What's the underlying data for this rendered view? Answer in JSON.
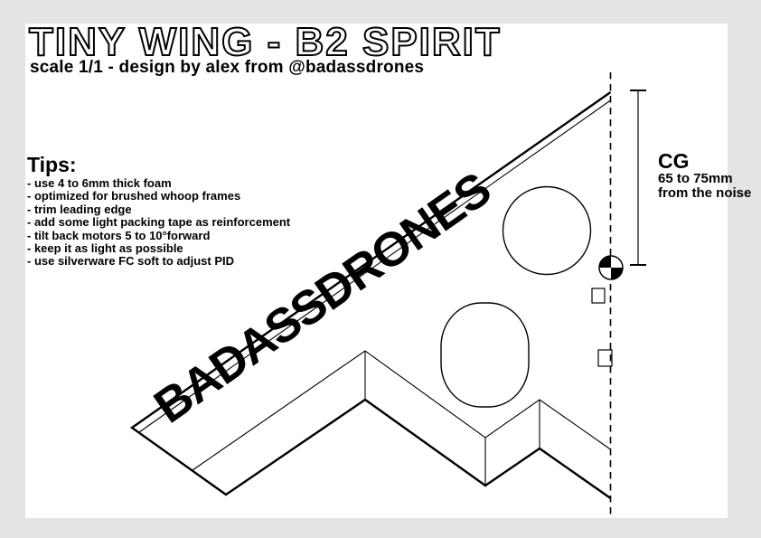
{
  "header": {
    "title": "TINY WING - B2 SPIRIT",
    "subtitle": "scale 1/1  -  design by alex from @badassdrones"
  },
  "tips": {
    "heading": "Tips:",
    "items": [
      "- use 4 to 6mm thick foam",
      "- optimized for brushed whoop frames",
      "- trim leading edge",
      "- add some light packing tape as reinforcement",
      "- tilt back motors 5 to 10°forward",
      "- keep it as light as possible",
      "- use silverware FC soft to adjust PID"
    ]
  },
  "cg": {
    "heading": "CG",
    "range": "65 to 75mm",
    "reference": "from the noise"
  },
  "wing_label": "BADASSDRONES",
  "colors": {
    "margin_background": "#e4e4e4",
    "page_background": "#ffffff",
    "line": "#000000"
  }
}
